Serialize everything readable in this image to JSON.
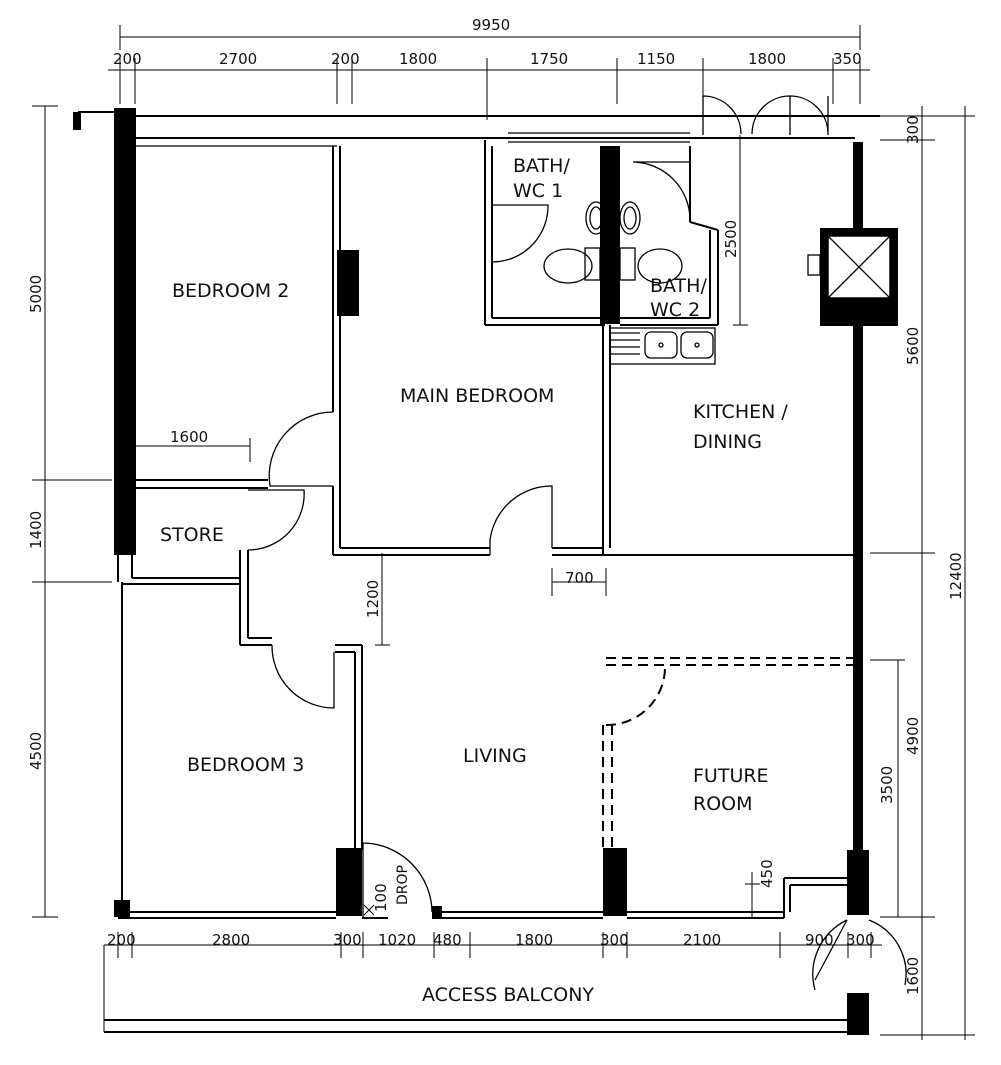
{
  "rooms": {
    "bedroom2": "BEDROOM  2",
    "main_bedroom": "MAIN  BEDROOM",
    "bath_wc1_a": "BATH/",
    "bath_wc1_b": "WC  1",
    "bath_wc2_a": "BATH/",
    "bath_wc2_b": "WC  2",
    "kitchen_a": "KITCHEN  /",
    "kitchen_b": "DINING",
    "store": "STORE",
    "bedroom3": "BEDROOM  3",
    "living": "LIVING",
    "future_a": "FUTURE",
    "future_b": "ROOM",
    "access_balcony": "ACCESS  BALCONY",
    "drop": "DROP"
  },
  "dimensions": {
    "top_total": "9950",
    "top": [
      "200",
      "2700",
      "200",
      "1800",
      "1750",
      "1150",
      "1800",
      "350"
    ],
    "bottom": [
      "200",
      "2800",
      "300",
      "1020",
      "480",
      "1800",
      "300",
      "2100",
      "900",
      "300"
    ],
    "left": [
      "5000",
      "1400",
      "4500"
    ],
    "right_inner": [
      "300",
      "2500",
      "5600",
      "4900",
      "3500"
    ],
    "right_total": "12400",
    "right_balcony": "1600",
    "internal": [
      "1600",
      "700",
      "1200",
      "450",
      "100"
    ]
  }
}
